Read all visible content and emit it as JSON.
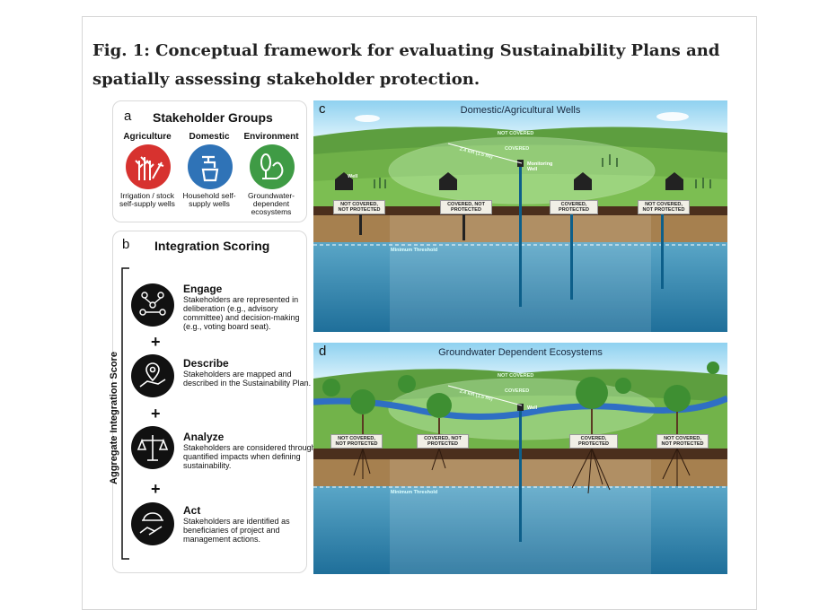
{
  "figure": {
    "title": "Fig. 1: Conceptual framework for evaluating Sustainability Plans and spatially assessing stakeholder protection."
  },
  "panel_a": {
    "letter": "a",
    "title": "Stakeholder Groups",
    "groups": [
      {
        "name": "Agriculture",
        "sub": "Irrigation / stock self-supply wells",
        "color": "#d7322f",
        "icon": "crops-icon"
      },
      {
        "name": "Domestic",
        "sub": "Household self-supply wells",
        "color": "#2f73b7",
        "icon": "faucet-icon"
      },
      {
        "name": "Environment",
        "sub": "Groundwater-dependent ecosystems",
        "color": "#3f9b45",
        "icon": "trees-icon"
      }
    ]
  },
  "panel_b": {
    "letter": "b",
    "title": "Integration Scoring",
    "vertical_label": "Aggregate Integration Score",
    "plus": "+",
    "steps": [
      {
        "head": "Engage",
        "text": "Stakeholders are represented in deliberation (e.g., advisory committee) and decision-making (e.g., voting board seat).",
        "icon": "people-network-icon"
      },
      {
        "head": "Describe",
        "text": "Stakeholders are mapped and described in the Sustainability Plan.",
        "icon": "map-pin-icon"
      },
      {
        "head": "Analyze",
        "text": "Stakeholders are considered through quantified impacts when defining sustainability.",
        "icon": "balance-scale-icon"
      },
      {
        "head": "Act",
        "text": "Stakeholders are identified as beneficiaries of project and management actions.",
        "icon": "handshake-icon"
      }
    ]
  },
  "panel_c": {
    "letter": "c",
    "title": "Domestic/Agricultural Wells",
    "not_covered": "NOT COVERED",
    "covered": "COVERED",
    "distance": "2.4 km (1.5 mi)",
    "monitoring_well": "Monitoring Well",
    "well": "Well",
    "threshold": "Minimum Threshold",
    "tags": [
      "NOT COVERED, NOT PROTECTED",
      "COVERED, NOT PROTECTED",
      "COVERED, PROTECTED",
      "NOT COVERED, NOT PROTECTED"
    ]
  },
  "panel_d": {
    "letter": "d",
    "title": "Groundwater Dependent Ecosystems",
    "not_covered": "NOT COVERED",
    "covered": "COVERED",
    "distance": "2.4 km (1.5 mi)",
    "well": "Well",
    "threshold": "Minimum Threshold",
    "tags": [
      "NOT COVERED, NOT PROTECTED",
      "COVERED, NOT PROTECTED",
      "COVERED, PROTECTED",
      "NOT COVERED, NOT PROTECTED"
    ]
  }
}
